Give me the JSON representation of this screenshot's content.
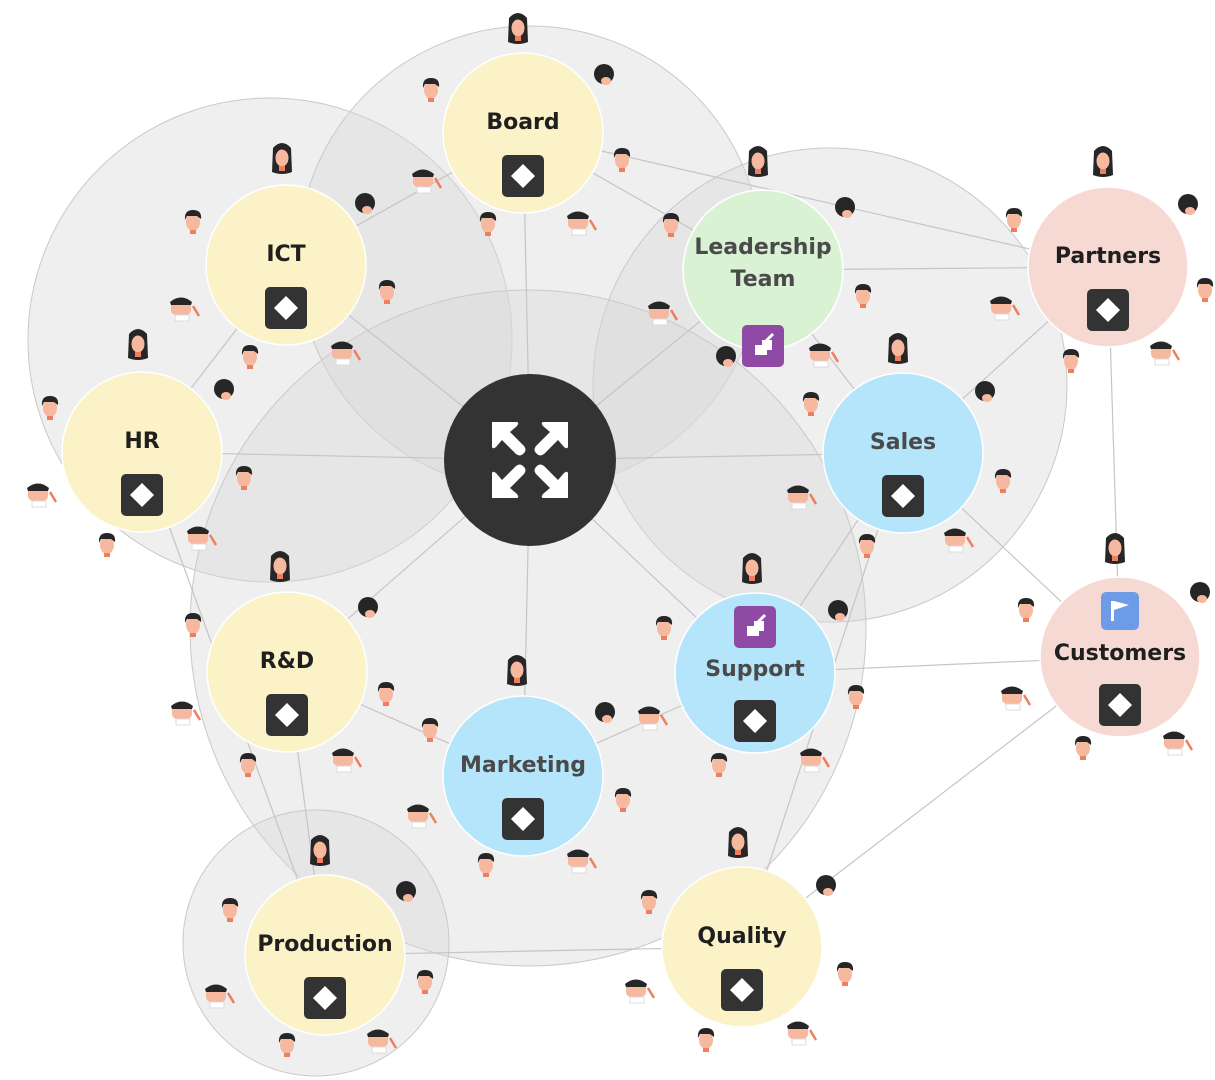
{
  "colors": {
    "yellow": "#fbf2c7",
    "blue": "#b5e5fb",
    "green": "#d9f2d3",
    "pink": "#f7d9d4",
    "group": "#d8d8d8",
    "link": "#c5c5c5",
    "hub": "#333333",
    "diamond_badge": "#333333",
    "arrow_badge": "#8e4aa5",
    "flag_badge": "#6e9be6",
    "label": "#1f1f1f",
    "label_muted": "#4a4a4a",
    "skin": "#f6b89f",
    "hair": "#262626",
    "shirt": "#ee7e5c"
  },
  "hub": {
    "name": "expand-hub",
    "icon": "expand-arrows-icon"
  },
  "groups": [
    {
      "name": "group-ict-area"
    },
    {
      "name": "group-board-area"
    },
    {
      "name": "group-leadership-area"
    },
    {
      "name": "group-core-area"
    },
    {
      "name": "group-production-area"
    }
  ],
  "nodes": [
    {
      "id": "board",
      "label": "Board",
      "color": "yellow",
      "badge": "diamond"
    },
    {
      "id": "ict",
      "label": "ICT",
      "color": "yellow",
      "badge": "diamond"
    },
    {
      "id": "leadership",
      "label": "Leadership\nTeam",
      "color": "green",
      "badge": "arrow",
      "muted": true
    },
    {
      "id": "partners",
      "label": "Partners",
      "color": "pink",
      "badge": "diamond"
    },
    {
      "id": "hr",
      "label": "HR",
      "color": "yellow",
      "badge": "diamond"
    },
    {
      "id": "sales",
      "label": "Sales",
      "color": "blue",
      "badge": "diamond",
      "muted": true
    },
    {
      "id": "rd",
      "label": "R&D",
      "color": "yellow",
      "badge": "diamond"
    },
    {
      "id": "support",
      "label": "Support",
      "color": "blue",
      "badge": "arrow-diamond",
      "muted": true
    },
    {
      "id": "customers",
      "label": "Customers",
      "color": "pink",
      "badge": "flag-diamond"
    },
    {
      "id": "marketing",
      "label": "Marketing",
      "color": "blue",
      "badge": "diamond",
      "muted": true
    },
    {
      "id": "production",
      "label": "Production",
      "color": "yellow",
      "badge": "diamond"
    },
    {
      "id": "quality",
      "label": "Quality",
      "color": "yellow",
      "badge": "diamond"
    }
  ],
  "links": [
    [
      "hub",
      "board"
    ],
    [
      "hub",
      "ict"
    ],
    [
      "hub",
      "leadership"
    ],
    [
      "hub",
      "hr"
    ],
    [
      "hub",
      "sales"
    ],
    [
      "hub",
      "rd"
    ],
    [
      "hub",
      "marketing"
    ],
    [
      "hub",
      "support"
    ],
    [
      "board",
      "ict"
    ],
    [
      "board",
      "partners"
    ],
    [
      "board",
      "leadership"
    ],
    [
      "leadership",
      "partners"
    ],
    [
      "leadership",
      "sales"
    ],
    [
      "ict",
      "hr"
    ],
    [
      "hr",
      "production"
    ],
    [
      "partners",
      "sales"
    ],
    [
      "partners",
      "customers"
    ],
    [
      "sales",
      "customers"
    ],
    [
      "sales",
      "support"
    ],
    [
      "sales",
      "quality"
    ],
    [
      "support",
      "customers"
    ],
    [
      "support",
      "marketing"
    ],
    [
      "rd",
      "marketing"
    ],
    [
      "rd",
      "production"
    ],
    [
      "production",
      "quality"
    ],
    [
      "customers",
      "quality"
    ]
  ]
}
